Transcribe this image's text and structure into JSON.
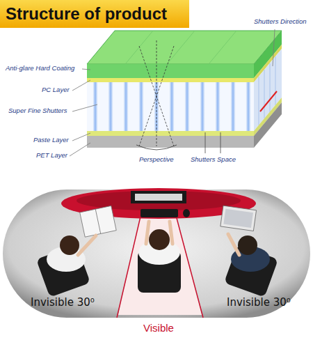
{
  "diagram": {
    "title": "Structure of product",
    "labels": [
      "Shutters Direction",
      "Anti-glare Hard Coating",
      "PC Layer",
      "Super Fine Shutters",
      "Paste Layer",
      "PET Layer",
      "Perspective",
      "Shutters Space",
      "Invisible 30⁰",
      "Visible",
      "Invisible 30⁰"
    ]
  }
}
